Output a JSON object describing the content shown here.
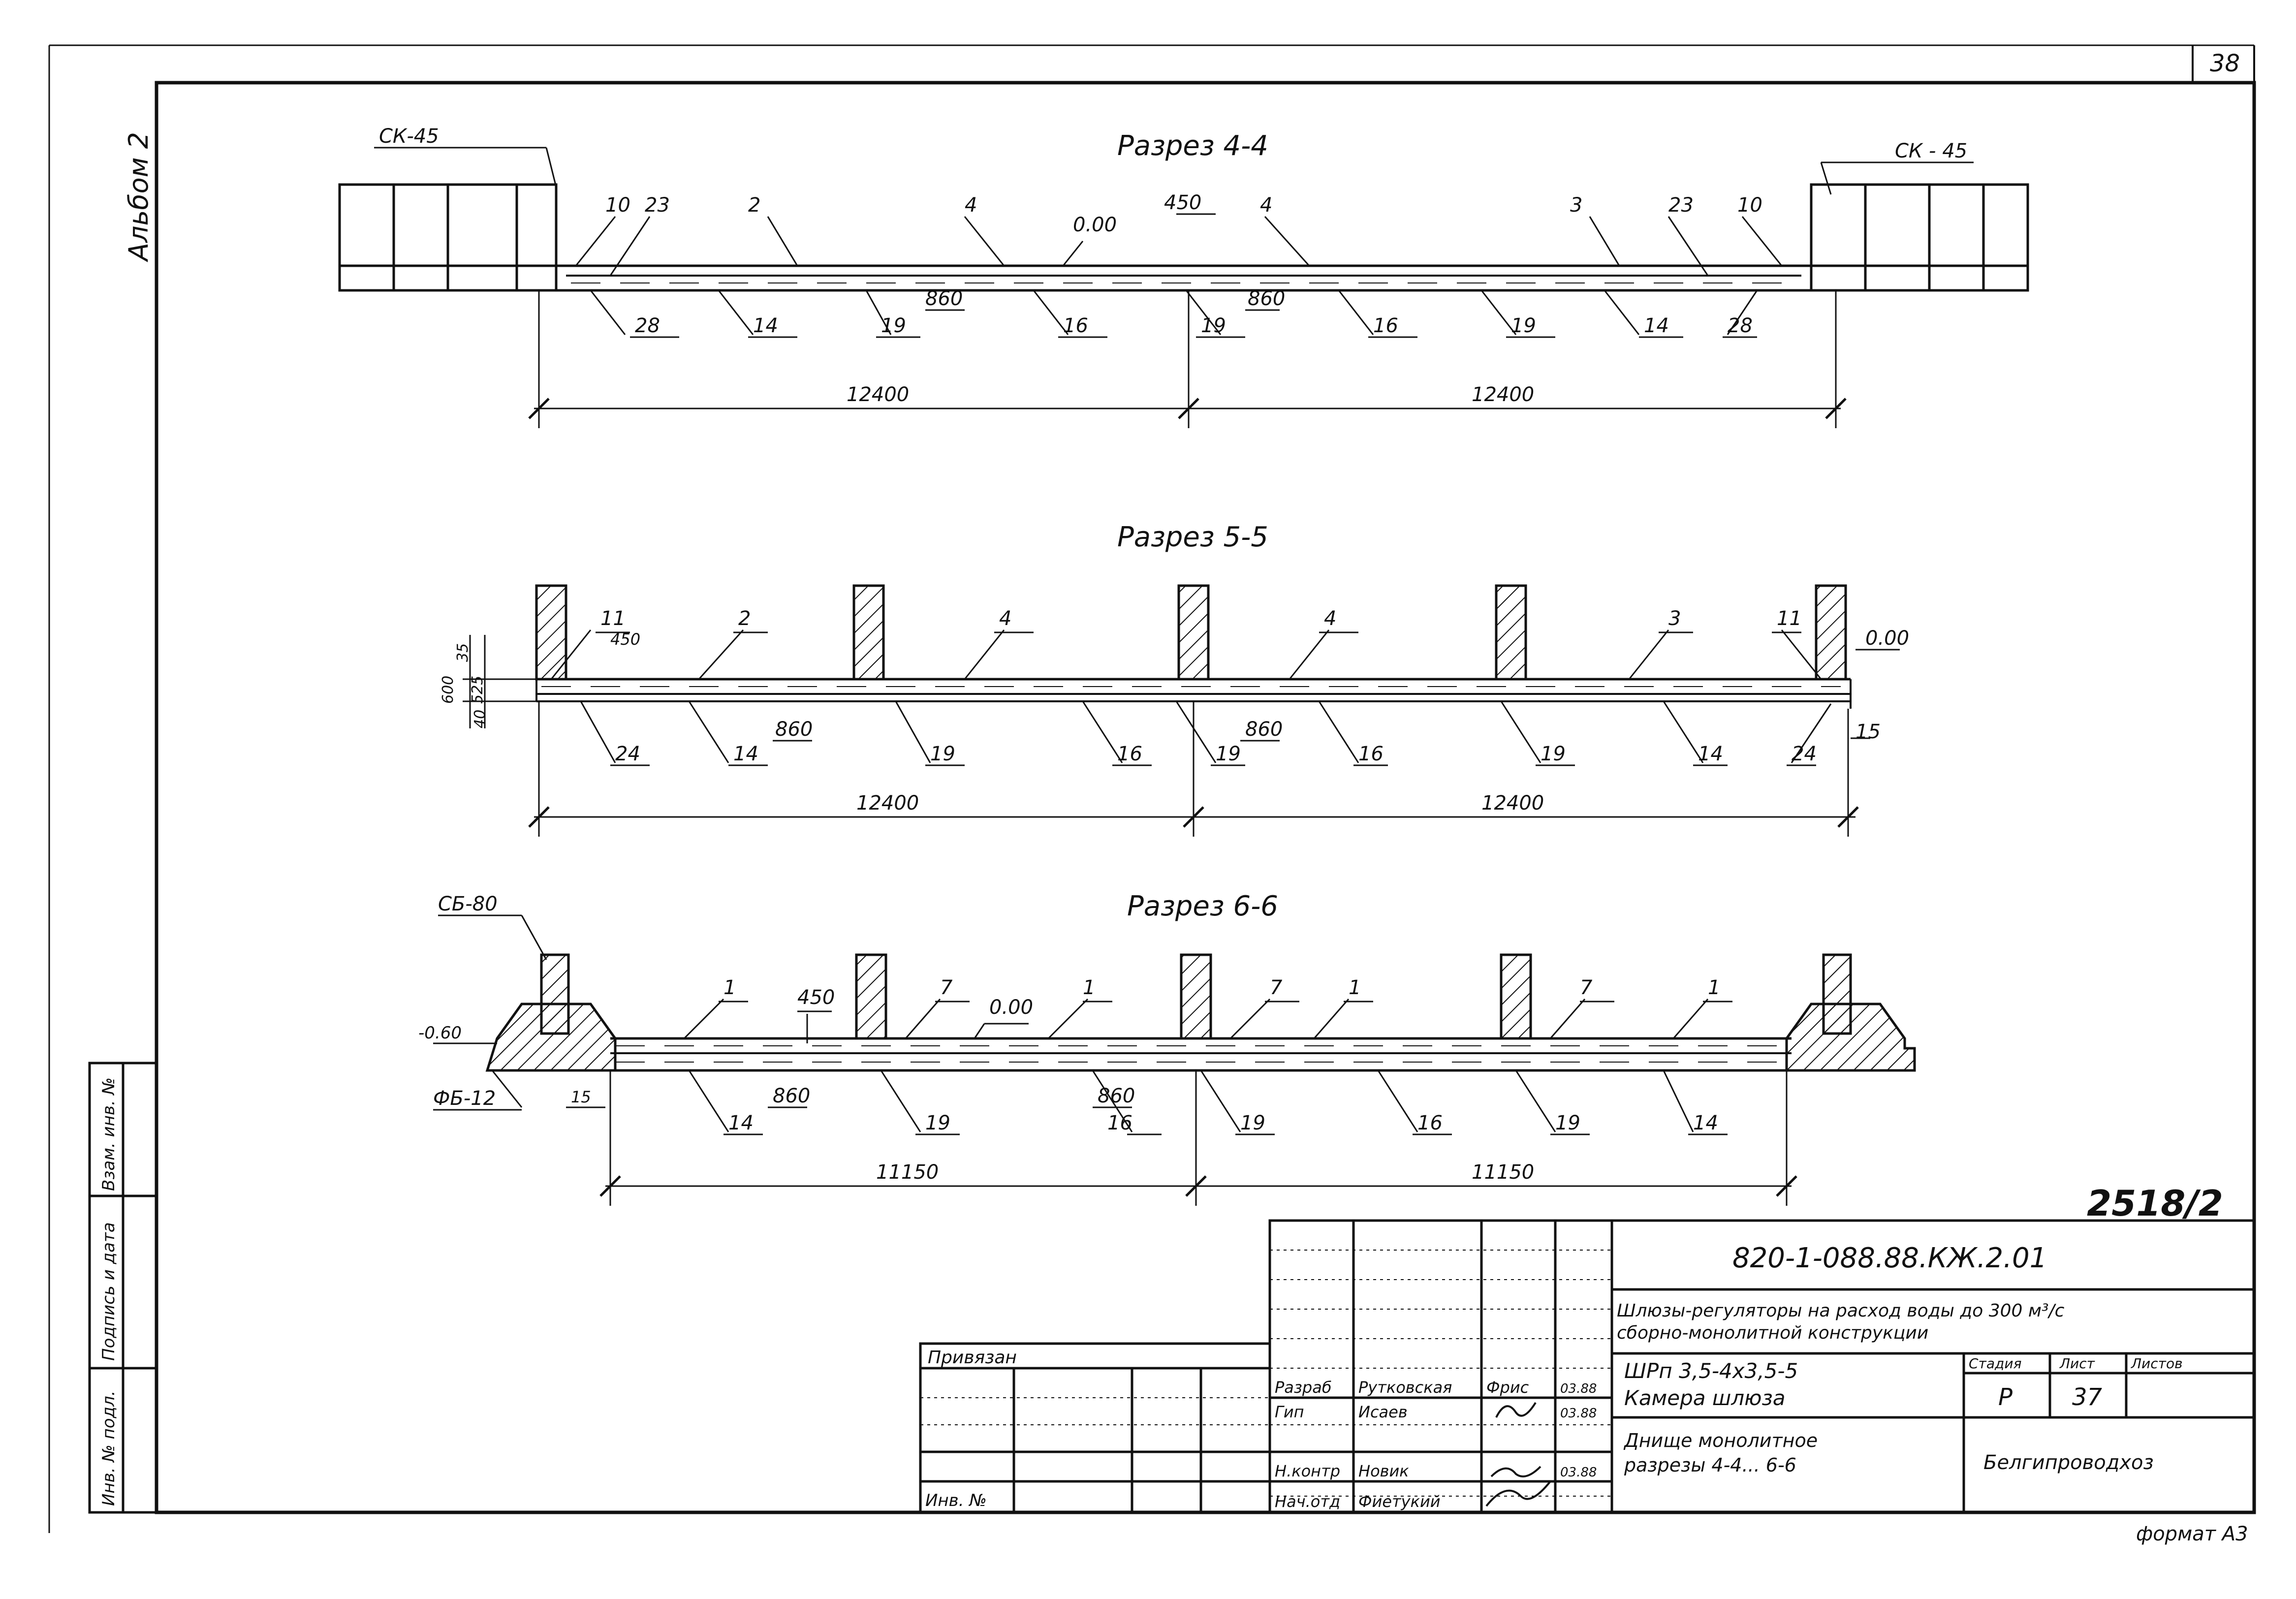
{
  "sheet": {
    "page_number": "38",
    "album_label": "Альбом 2",
    "format_label": "формат А3",
    "doc_code_big": "2518/2"
  },
  "sections": {
    "s44": {
      "title": "Разрез 4-4",
      "top_labels": [
        "СК-45",
        "10",
        "23",
        "2",
        "4",
        "0.00",
        "450",
        "4",
        "3",
        "23",
        "10",
        "СК - 45"
      ],
      "bottom_labels": [
        "28",
        "14",
        "19",
        "860",
        "16",
        "19",
        "860",
        "16",
        "19",
        "14",
        "28"
      ],
      "dims": [
        "12400",
        "12400"
      ]
    },
    "s55": {
      "title": "Разрез 5-5",
      "top_labels": [
        "11",
        "450",
        "2",
        "4",
        "4",
        "3",
        "11",
        "0.00"
      ],
      "side_dims": [
        "35",
        "600",
        "525",
        "40"
      ],
      "bottom_labels": [
        "24",
        "14",
        "860",
        "19",
        "16",
        "19",
        "860",
        "16",
        "19",
        "14",
        "24",
        "15"
      ],
      "dims": [
        "12400",
        "12400"
      ]
    },
    "s66": {
      "title": "Разрез 6-6",
      "top_labels": [
        "СБ-80",
        "1",
        "450",
        "7",
        "0.00",
        "1",
        "7",
        "1",
        "7",
        "1",
        "-0.60"
      ],
      "bottom_labels": [
        "ФБ-12",
        "15",
        "14",
        "860",
        "19",
        "860",
        "16",
        "19",
        "16",
        "19",
        "14"
      ],
      "dims": [
        "11150",
        "11150"
      ]
    }
  },
  "side_stamp": [
    "Инв. № подл.",
    "Подпись и дата",
    "Взам. инв. №"
  ],
  "title_block": {
    "doc_code": "820-1-088.88.КЖ.2.01",
    "project_title_1": "Шлюзы-регуляторы на расход воды до 300 м³/с",
    "project_title_2": "сборно-монолитной конструкции",
    "object_name_1": "ШРп 3,5-4х3,5-5",
    "object_name_2": "Камера шлюза",
    "sheet_title_1": "Днище монолитное",
    "sheet_title_2": "разрезы 4-4... 6-6",
    "stage_header": "Стадия",
    "sheet_header": "Лист",
    "sheets_header": "Листов",
    "stage_value": "Р",
    "sheet_value": "37",
    "organization": "Белгипроводхоз",
    "attached_label": "Привязан",
    "inv_label": "Инв. №",
    "staff": [
      {
        "role": "Разраб",
        "name": "Рутковская",
        "sign": "Фрис",
        "date": "03.88"
      },
      {
        "role": "Гип",
        "name": "Исаев",
        "sign": "",
        "date": "03.88"
      },
      {
        "role": "Н.контр",
        "name": "Новик",
        "sign": "",
        "date": "03.88"
      },
      {
        "role": "Нач.отд",
        "name": "Фиетукий",
        "sign": "",
        "date": ""
      }
    ]
  }
}
